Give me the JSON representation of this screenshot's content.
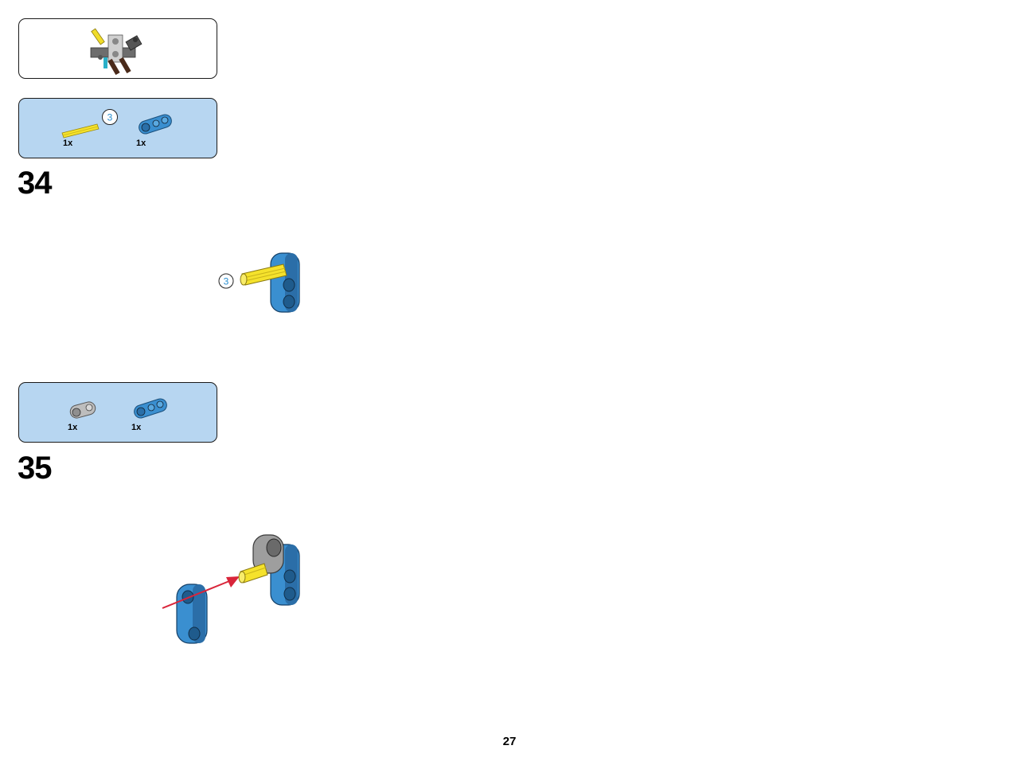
{
  "page_number": "27",
  "subassembly_callout": {
    "icon": "subassembly-preview-icon"
  },
  "steps": [
    {
      "number": "34",
      "parts": [
        {
          "icon": "yellow-axle-3-icon",
          "qty": "1x",
          "length_badge": "3"
        },
        {
          "icon": "blue-axle-pin-connector-icon",
          "qty": "1x"
        }
      ],
      "callout_badge": "3"
    },
    {
      "number": "35",
      "parts": [
        {
          "icon": "gray-cross-block-icon",
          "qty": "1x"
        },
        {
          "icon": "blue-axle-pin-connector-icon",
          "qty": "1x"
        }
      ]
    }
  ],
  "colors": {
    "parts_box_fill": "#b7d6f1",
    "blue_part": "#3a8fd0",
    "yellow_part": "#f5e22c",
    "gray_part": "#a5a5a5",
    "arrow": "#d9253a"
  }
}
